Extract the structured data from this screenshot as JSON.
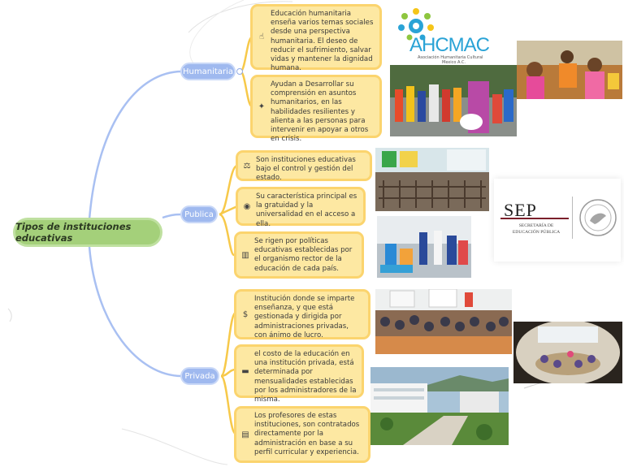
{
  "root": {
    "label": "Tipos de instituciones educativas"
  },
  "branches": {
    "humanitaria": {
      "label": "Humanitaria"
    },
    "publica": {
      "label": "Publica"
    },
    "privada": {
      "label": "Privada"
    }
  },
  "cards": {
    "humanitaria": [
      {
        "icon": "hand-icon",
        "text": "Educación humanitaria enseña varios temas sociales desde una perspectiva humanitaria. El deseo de reducir el sufrimiento, salvar vidas y mantener la dignidad humana."
      },
      {
        "icon": "person-icon",
        "text": "Ayudan a Desarrollar su comprensión en asuntos humanitarios, en las habilidades resilientes y alienta a las personas para intervenir en apoyar a otros en crisis."
      }
    ],
    "publica": [
      {
        "icon": "scale-icon",
        "text": "Son instituciones educativas bajo el control y gestión del estado."
      },
      {
        "icon": "eye-icon",
        "text": "Su característica principal es la gratuidad y la universalidad en el acceso a ella."
      },
      {
        "icon": "books-icon",
        "text": "Se rigen por políticas educativas establecidas por el organismo rector de la educación de cada país."
      }
    ],
    "privada": [
      {
        "icon": "dollar-icon",
        "text": "Institución donde se imparte enseñanza, y que está gestionada y dirigida por administraciones privadas, con ánimo de lucro."
      },
      {
        "icon": "money-icon",
        "text": "el costo de la educación en una institución privada, está determinada por mensualidades establecidas por los administradores de la misma."
      },
      {
        "icon": "document-icon",
        "text": "Los profesores de estas instituciones, son contratados directamente por la administración en base a su perfil curricular y experiencia."
      }
    ]
  },
  "logos": {
    "ahcmac": {
      "name": "AHCMAC",
      "subtitle": "Asociación Humanitaria Cultural",
      "suffix": "Mexico A.C."
    },
    "sep": {
      "name": "SEP",
      "line1": "SECRETARÍA DE",
      "line2": "EDUCACIÓN PÚBLICA"
    }
  },
  "colors": {
    "root_fill": "#a4d07a",
    "branch_fill": "#9fb9ef",
    "card_fill": "#fde8a2",
    "card_border": "#fbd46e",
    "line_blue": "#a9c0f2",
    "line_yellow": "#f7c94a",
    "logo_green": "#8ec63f",
    "logo_blue": "#2aa3d6",
    "logo_yellow": "#f5c518",
    "sep_red": "#7a1f2b"
  }
}
